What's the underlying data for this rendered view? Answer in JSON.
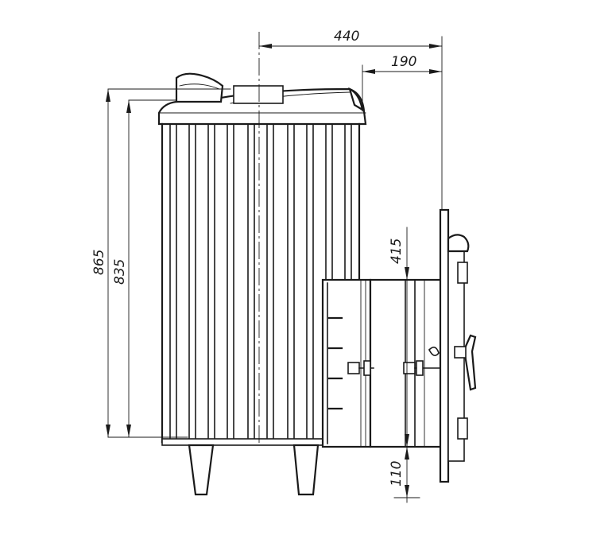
{
  "dimensions": {
    "width_total": "440",
    "width_door": "190",
    "height_total": "865",
    "height_body": "835",
    "firebox_height": "415",
    "firebox_offset": "110"
  }
}
